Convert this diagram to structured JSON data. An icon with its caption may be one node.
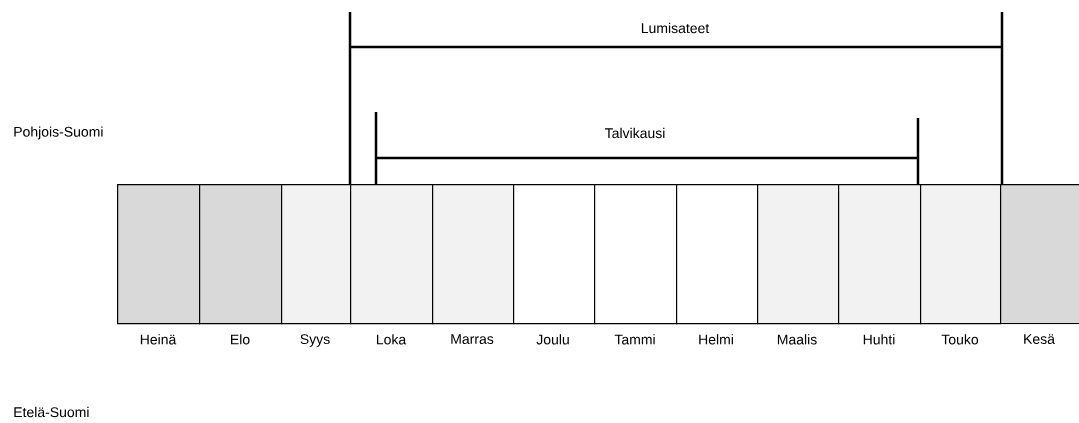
{
  "diagram": {
    "nodes": [
      {
        "text": [
          "Heinä"
        ]
      },
      {
        "text": [
          "Elo"
        ]
      },
      {
        "text": [
          "Syys"
        ]
      },
      {
        "text": [
          "Loka"
        ]
      },
      {
        "text": [
          "Marras"
        ]
      },
      {
        "text": [
          "Joulu"
        ]
      },
      {
        "text": [
          "Tammi"
        ]
      },
      {
        "text": [
          "Helmi"
        ]
      },
      {
        "text": [
          "Maalis"
        ]
      },
      {
        "text": [
          "Huhti"
        ]
      },
      {
        "text": [
          "Touko"
        ]
      },
      {
        "text": [
          "Kesä"
        ]
      }
    ],
    "labels": [
      "Lumisateet",
      "Pohjois-Suomi",
      "Talvikausi",
      "Etelä-Suomi"
    ]
  }
}
